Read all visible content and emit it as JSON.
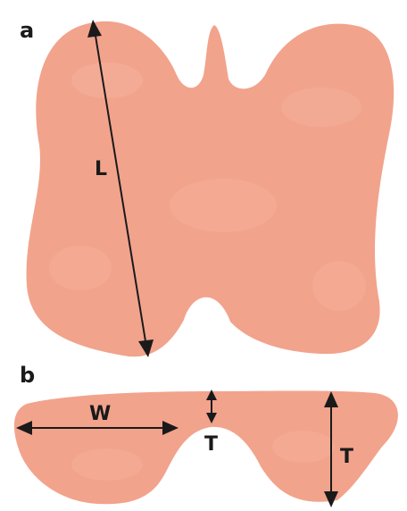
{
  "figure": {
    "panel_a": {
      "label": "a",
      "dimension_labels": {
        "length": "L"
      }
    },
    "panel_b": {
      "label": "b",
      "dimension_labels": {
        "width": "W",
        "thickness_isthmus": "T",
        "thickness_lobe": "T"
      }
    },
    "colors": {
      "tissue": "#f2a38c",
      "tissue_highlight": "#f6b59f",
      "line": "#1a1a1a",
      "background": "#ffffff"
    }
  }
}
